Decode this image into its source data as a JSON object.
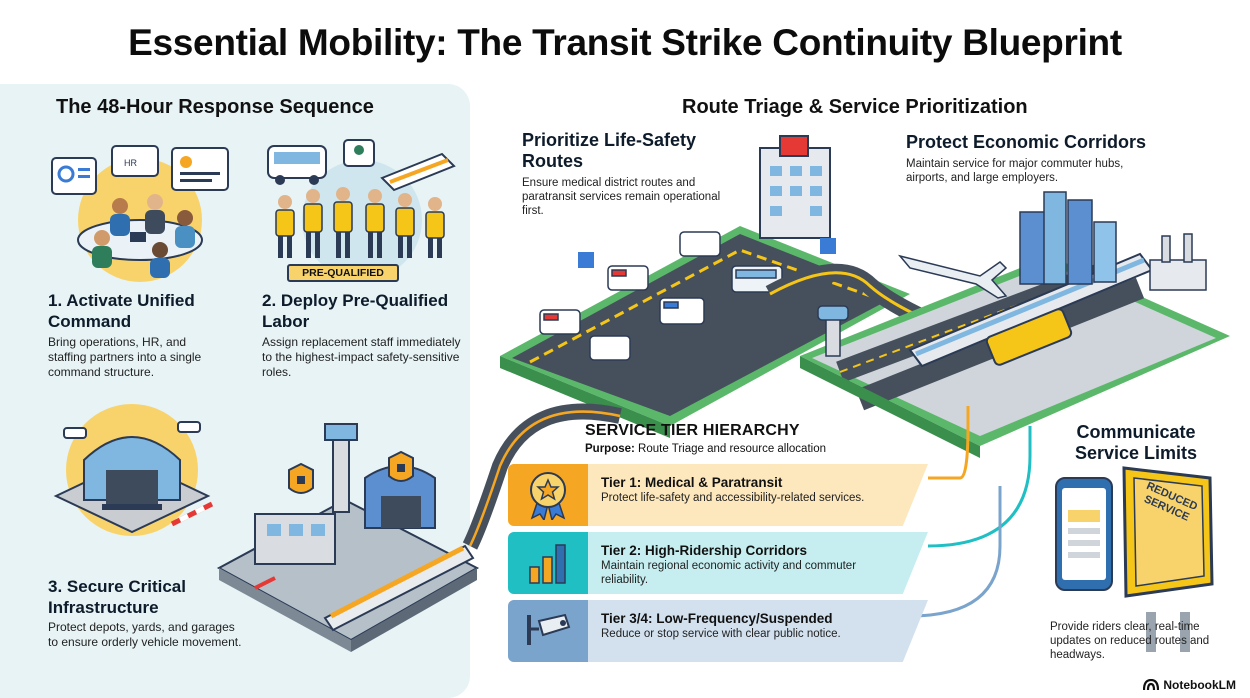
{
  "title": "Essential Mobility: The Transit Strike Continuity Blueprint",
  "left": {
    "heading": "The 48-Hour Response Sequence",
    "steps": [
      {
        "title": "1. Activate Unified Command",
        "desc": "Bring operations, HR, and staffing partners into a single command structure."
      },
      {
        "title": "2. Deploy Pre-Qualified Labor",
        "desc": "Assign replacement staff immediately to the highest-impact safety-sensitive roles."
      },
      {
        "title": "3. Secure Critical Infrastructure",
        "desc": "Protect depots, yards, and garages to ensure orderly vehicle movement."
      }
    ],
    "badge": "PRE-QUALIFIED"
  },
  "right": {
    "heading": "Route Triage & Service Prioritization",
    "life_safety": {
      "title": "Prioritize Life-Safety Routes",
      "desc": "Ensure medical district routes and paratransit services remain operational first."
    },
    "economic": {
      "title": "Protect Economic Corridors",
      "desc": "Maintain service for major commuter hubs, airports, and large employers."
    },
    "communicate": {
      "title": "Communicate Service Limits",
      "desc": "Provide riders clear, real-time updates on reduced routes and headways."
    },
    "sign_text": "REDUCED SERVICE"
  },
  "tiers": {
    "heading": "SERVICE TIER HIERARCHY",
    "purpose_label": "Purpose:",
    "purpose_text": "Route Triage and resource allocation",
    "items": [
      {
        "name": "Tier 1: Medical & Paratransit",
        "desc": "Protect life-safety and accessibility-related services.",
        "color": "#f5a623"
      },
      {
        "name": "Tier 2: High-Ridership Corridors",
        "desc": "Maintain regional economic activity and commuter reliability.",
        "color": "#1fbfc4"
      },
      {
        "name": "Tier 3/4: Low-Frequency/Suspended",
        "desc": "Reduce or stop service with clear public notice.",
        "color": "#7aa4cc"
      }
    ]
  },
  "brand": "NotebookLM",
  "colors": {
    "panel": "#e7f3f5",
    "road": "#3f4a56",
    "green": "#4caf50",
    "yellow": "#f5c518"
  }
}
